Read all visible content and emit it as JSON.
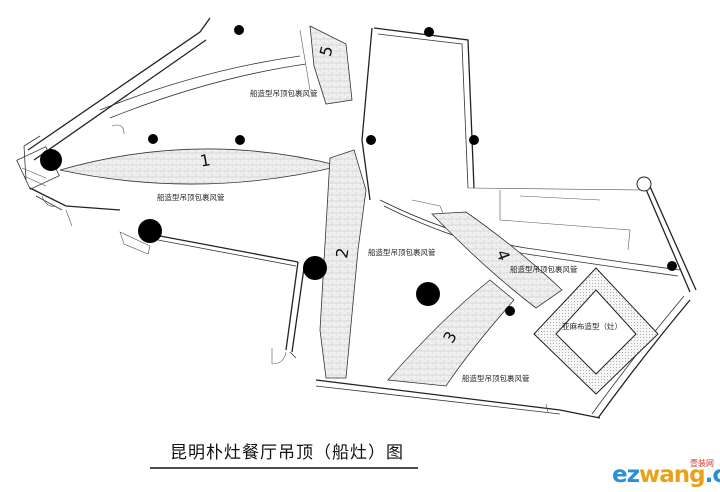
{
  "title": "昆明朴灶餐厅吊顶（船灶）图",
  "zones": [
    {
      "id": "1",
      "number": "1",
      "label": "船造型吊顶包裹风管"
    },
    {
      "id": "2",
      "number": "2",
      "label": "船造型吊顶包裹风管"
    },
    {
      "id": "3",
      "number": "3",
      "label": "船造型吊顶包裹风管"
    },
    {
      "id": "4",
      "number": "4",
      "label": "船造型吊顶包裹风管"
    },
    {
      "id": "5",
      "number": "5",
      "label": "船造型吊顶包裹风管"
    }
  ],
  "feature": {
    "label": "亚麻布造型（灶）"
  },
  "watermark": {
    "ez": "ez",
    "w": "wang",
    "cn": ".cn",
    "sub": "壹装网"
  },
  "colors": {
    "line": "#222222",
    "panel": "#eeeeee",
    "pattern": "#cccccc",
    "background": "#ffffff",
    "column": "#000000"
  }
}
